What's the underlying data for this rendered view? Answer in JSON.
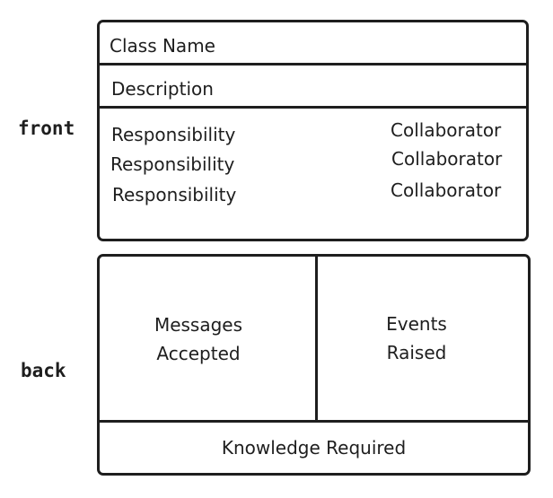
{
  "labels": {
    "front": "front",
    "back": "back"
  },
  "front_card": {
    "class_name": "Class Name",
    "description": "Description",
    "responsibilities": [
      "Responsibility",
      "Responsibility",
      "Responsibility"
    ],
    "collaborators": [
      "Collaborator",
      "Collaborator",
      "Collaborator"
    ]
  },
  "back_card": {
    "messages": [
      "Messages",
      "Accepted"
    ],
    "events": [
      "Events",
      "Raised"
    ],
    "knowledge": "Knowledge Required"
  }
}
